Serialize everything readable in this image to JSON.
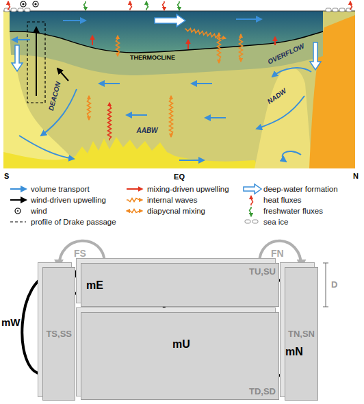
{
  "diagram": {
    "nodes": [
      {
        "text": [
          "TS,SS"
        ]
      },
      {
        "text": [
          "TU,SU"
        ]
      },
      {
        "text": [
          "TD,SD"
        ]
      },
      {
        "text": [
          "TN,SN"
        ]
      }
    ],
    "edges": [
      {
        "from": 0,
        "to": 1,
        "arrow": "to",
        "label": "mW"
      },
      {
        "from": 1,
        "to": 0,
        "arrow": "to",
        "label": "mE"
      },
      {
        "from": 2,
        "to": 1,
        "arrow": "to",
        "label": "mU"
      },
      {
        "from": 1,
        "to": 2,
        "arrow": "to",
        "label": "mN"
      },
      {
        "from": 1,
        "to": 0,
        "arrow": "to",
        "label": "FS"
      },
      {
        "from": 1,
        "to": 3,
        "arrow": "to",
        "label": "FN"
      }
    ],
    "labels": [
      "THERMOCLINE",
      "DEACON",
      "OVERFLOW",
      "NADW",
      "AABW",
      "S",
      "EQ",
      "N",
      "D"
    ],
    "legend": [
      {
        "text": "volume transport"
      },
      {
        "text": "wind-driven upwelling"
      },
      {
        "text": "wind"
      },
      {
        "text": "profile of Drake passage"
      },
      {
        "text": "mixing-driven upwelling"
      },
      {
        "text": "internal waves"
      },
      {
        "text": "diapycnal mixing"
      },
      {
        "text": "deep-water formation"
      },
      {
        "text": "heat fluxes"
      },
      {
        "text": "freshwater fluxes"
      },
      {
        "text": "sea ice"
      }
    ]
  }
}
